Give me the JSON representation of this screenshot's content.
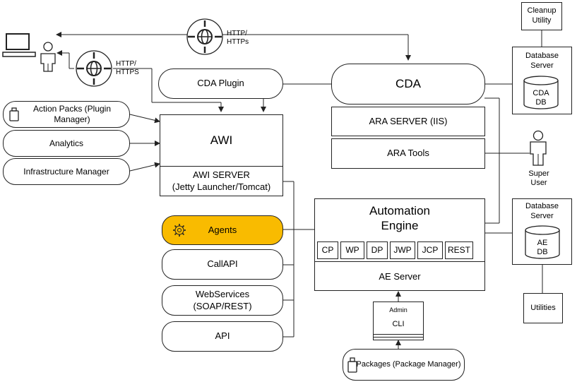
{
  "protocols": {
    "top": "HTTP/\nHTTPs",
    "left": "HTTP/\nHTTPS"
  },
  "components": {
    "cda_plugin": "CDA Plugin",
    "cda": "CDA",
    "ara_server": "ARA SERVER (IIS)",
    "ara_tools": "ARA Tools",
    "awi": "AWI",
    "awi_server": "AWI SERVER\n(Jetty Launcher/Tomcat)",
    "action_packs": "Action Packs (Plugin Manager)",
    "analytics": "Analytics",
    "infrastructure_manager": "Infrastructure Manager",
    "agents": "Agents",
    "callapi": "CallAPI",
    "webservices": "WebServices\n(SOAP/REST)",
    "api": "API",
    "automation_engine": "Automation\nEngine",
    "processes": [
      "CP",
      "WP",
      "DP",
      "JWP",
      "JCP",
      "REST"
    ],
    "ae_server": "AE Server",
    "admin": "Admin",
    "cli": "CLI",
    "packages": "Packages (Package Manager)",
    "cleanup_utility": "Cleanup\nUtility",
    "db_server_top": "Database\nServer",
    "cda_db": "CDA\nDB",
    "super_user": "Super\nUser",
    "db_server_bottom": "Database\nServer",
    "ae_db": "AE\nDB",
    "utilities": "Utilities"
  },
  "colors": {
    "agents_fill": "#f9bb00",
    "line": "#222222"
  },
  "icons": [
    "laptop-icon",
    "user-icon",
    "globe-icon",
    "globe-icon",
    "briefcase-icon",
    "gear-icon",
    "database-icon",
    "database-icon",
    "super-user-icon",
    "briefcase-icon"
  ]
}
